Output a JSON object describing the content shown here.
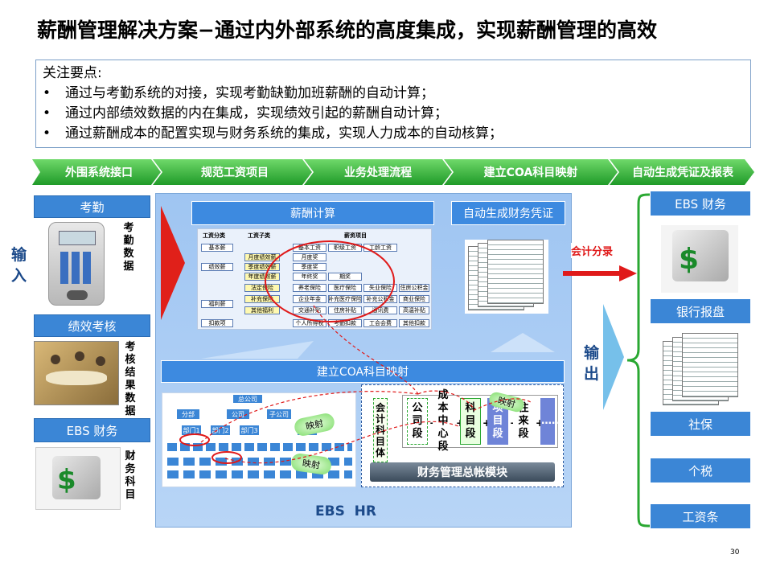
{
  "title": "薪酬管理解决方案−通过内外部系统的高度集成，实现薪酬管理的高效",
  "key_points": {
    "heading": "关注要点:",
    "bullet": "•",
    "items": [
      "通过与考勤系统的对接，实现考勤缺勤加班薪酬的自动计算；",
      "通过内部绩效数据的内在集成，实现绩效引起的薪酬自动计算；",
      "通过薪酬成本的配置实现与财务系统的集成，实现人力成本的自动核算；"
    ]
  },
  "process_steps": [
    "外围系统接口",
    "规范工资项目",
    "业务处理流程",
    "建立COA科目映射",
    "自动生成凭证及报表"
  ],
  "inputs": {
    "label": "输入",
    "items": [
      {
        "name": "考勤",
        "desc": "考勤数据"
      },
      {
        "name": "绩效考核",
        "desc": "考核结果数据"
      },
      {
        "name": "EBS 财务",
        "desc": "财务科目"
      }
    ]
  },
  "ebs_hr": {
    "label": "EBS  HR",
    "salary_calc": "薪酬计算",
    "auto_voucher": "自动生成财务凭证",
    "coa_mapping": "建立COA科目映射",
    "accounting_entry": "会计分录",
    "table": {
      "headers": [
        "工资分类",
        "工资子类",
        "薪资项目"
      ],
      "categories": [
        "基本薪",
        "绩效薪",
        "福利薪",
        "扣款项"
      ],
      "subcategories": [
        "月度绩效薪",
        "季度绩效薪",
        "年度绩效薪",
        "法定保险",
        "补充保险",
        "其他福利"
      ],
      "items": [
        [
          "基本工资",
          "职级工资",
          "工龄工资"
        ],
        [
          "月度奖"
        ],
        [
          "季度奖"
        ],
        [
          "年终奖",
          "期奖"
        ],
        [
          "养老保险",
          "医疗保险",
          "失业保险",
          "住房公积金"
        ],
        [
          "企业年金",
          "补充医疗保险",
          "补充公积金",
          "商业保险"
        ],
        [
          "交通补贴",
          "住房补贴",
          "通讯费",
          "高温补贴"
        ],
        [
          "个人所得税",
          "考勤扣款",
          "工会会费",
          "其他扣款"
        ]
      ]
    },
    "org_chart": {
      "root": "总公司",
      "level2": [
        "分部",
        "公司",
        "子公司"
      ],
      "level3": [
        "部门1",
        "部门2",
        "部门3",
        "部门"
      ],
      "map_label": "映射"
    },
    "gl": {
      "entity": "会计科目体",
      "segments": [
        "公司段",
        "成本中心段",
        "科目段",
        "项目段",
        "往来段",
        "……"
      ],
      "plus": "+",
      "map_label": "映射",
      "module": "财务管理总帐模块"
    }
  },
  "outputs": {
    "label": "输出",
    "items": [
      "EBS 财务",
      "银行报盘",
      "社保",
      "个税",
      "工资条"
    ]
  },
  "page_number": "30",
  "colors": {
    "blue": "#3b86d6",
    "green": "#2aa832",
    "red": "#e01a1a",
    "panel": "#a9cbf4"
  }
}
